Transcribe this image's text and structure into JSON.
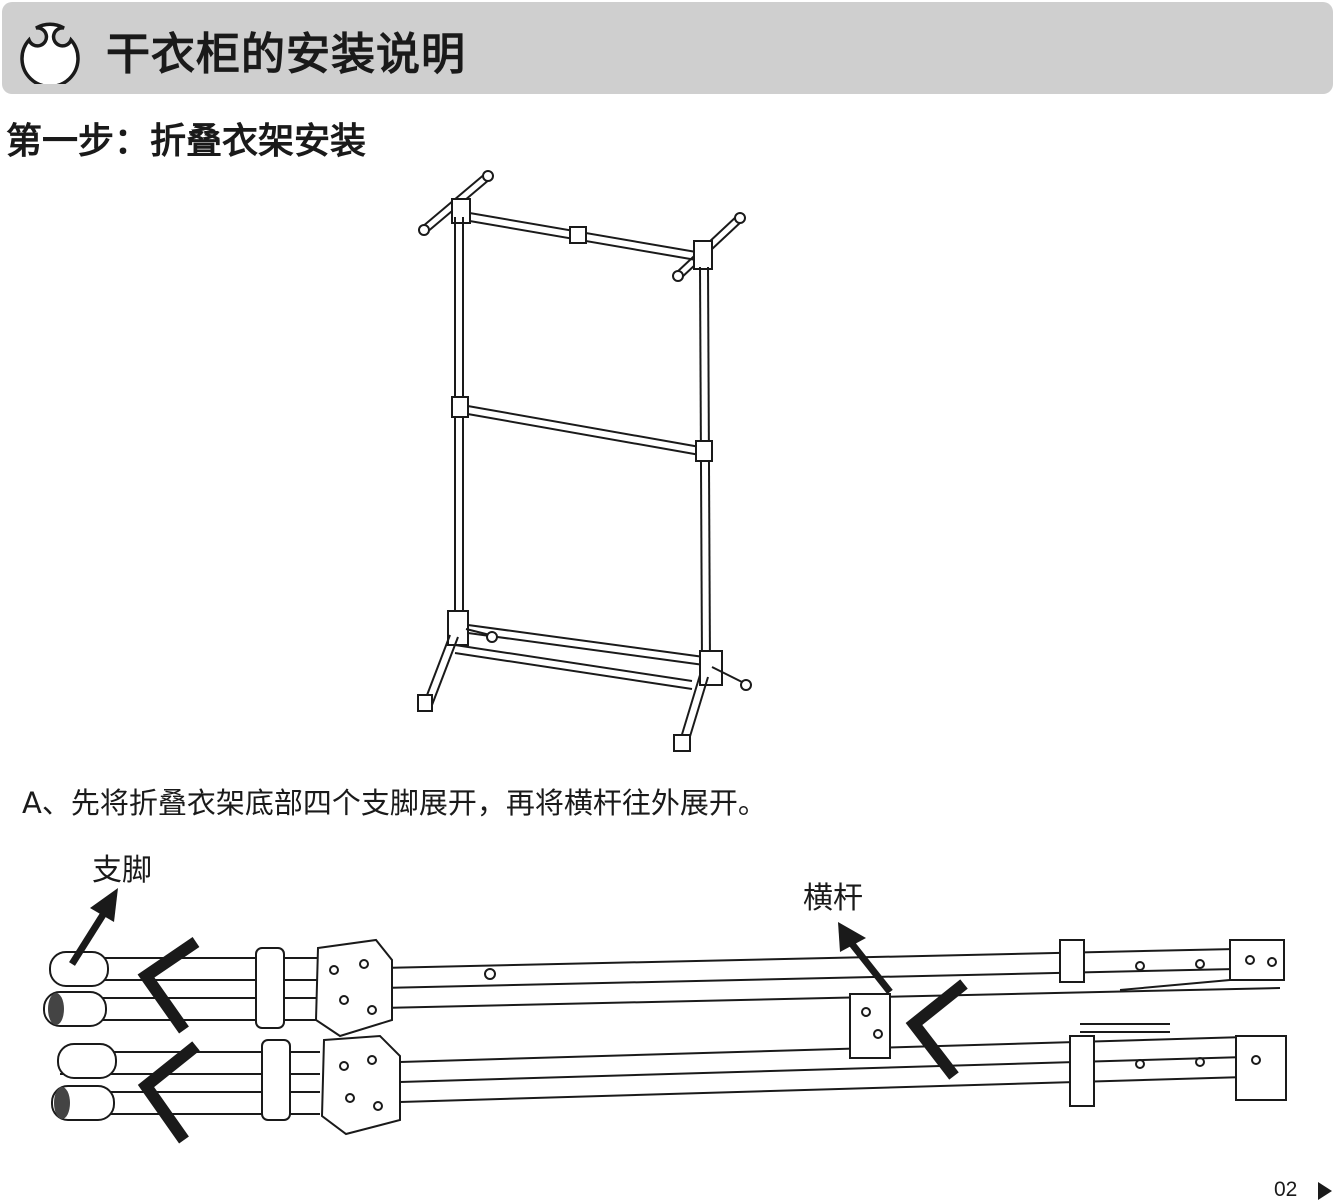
{
  "header": {
    "title": "干衣柜的安装说明",
    "background": "#cfcfcf"
  },
  "step": {
    "title": "第一步：折叠衣架安装"
  },
  "figure_top": {
    "icon": "folding-clothes-rack-illustration"
  },
  "instruction": {
    "text": "A、先将折叠衣架底部四个支脚展开，再将横杆往外展开。"
  },
  "figure_bottom": {
    "icon": "folded-rack-unfold-illustration",
    "labels": {
      "leg": "支脚",
      "crossbar": "横杆"
    }
  },
  "footer": {
    "page_number": "02",
    "next_icon": "play-triangle-icon"
  }
}
